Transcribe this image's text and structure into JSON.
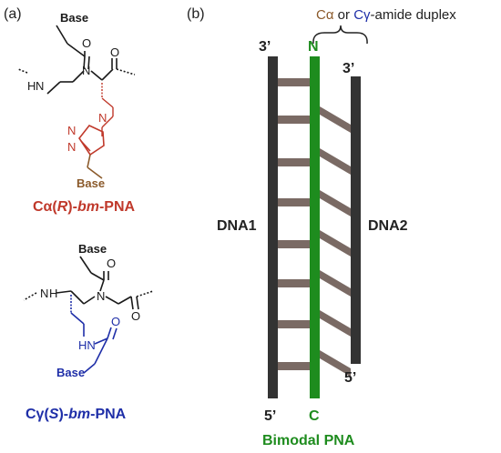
{
  "panel_a": {
    "label": "(a)",
    "structure_top": {
      "caption_prefix": "Cα(",
      "caption_stereo": "R",
      "caption_mid": ")-",
      "caption_bm": "bm",
      "caption_suffix": "-PNA",
      "atoms": {
        "base_top": "Base",
        "o_amide": "O",
        "n_backbone": "N",
        "o_carbonyl": "O",
        "nh": "H",
        "n_amine": "N",
        "n_tri1": "N",
        "n_tri2": "N",
        "n_tri3": "N",
        "base_bottom": "Base"
      }
    },
    "structure_bottom": {
      "caption_prefix": "Cγ(",
      "caption_stereo": "S",
      "caption_mid": ")-",
      "caption_bm": "bm",
      "caption_suffix": "-PNA",
      "atoms": {
        "base_top": "Base",
        "o_amide": "O",
        "nh_backbone": "H",
        "n_backbone_h": "N",
        "n_tertiary": "N",
        "o_carbonyl": "O",
        "hn": "HN",
        "o_side": "O",
        "base_bottom": "Base"
      }
    },
    "colors": {
      "black": "#1a1a1a",
      "red": "#c0392b",
      "brown": "#8b5a2b",
      "blue": "#1f2fa8"
    }
  },
  "panel_b": {
    "label": "(b)",
    "header_prefix": "Cα",
    "header_or": " or ",
    "header_cgamma": "Cγ",
    "header_suffix": "-amide duplex",
    "dna1_label": "DNA1",
    "dna2_label": "DNA2",
    "dna1_top_end": "3’",
    "dna1_bottom_end": "5’",
    "pna_top_end": "N",
    "pna_bottom_end": "C",
    "dna2_top_end": "3’",
    "dna2_bottom_end": "5’",
    "pna_label": "Bimodal PNA",
    "colors": {
      "strand": "#333333",
      "pna": "#1e8c1e",
      "rung": "#7a6a64",
      "header_ca": "#8b5a2b",
      "header_cg": "#1f2fa8"
    }
  }
}
